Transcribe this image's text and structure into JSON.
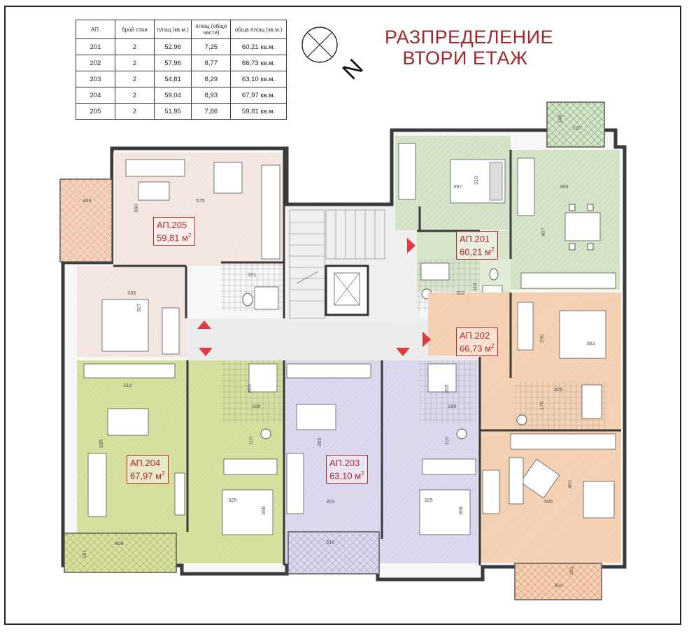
{
  "title": {
    "line1": "РАЗПРЕДЕЛЕНИЕ",
    "line2": "ВТОРИ ЕТАЖ"
  },
  "compass": {
    "north_label": "N"
  },
  "table": {
    "headers": [
      "АП.",
      "брой стаи",
      "площ (кв.м.)",
      "площ (общи части)",
      "обща площ (кв.м.)"
    ],
    "rows": [
      [
        "201",
        "2",
        "52,96",
        "7,25",
        "60,21 кв.м."
      ],
      [
        "202",
        "2",
        "57,96",
        "8,77",
        "66,73 кв.м."
      ],
      [
        "203",
        "2",
        "54,81",
        "8,29",
        "63,10 кв.м."
      ],
      [
        "204",
        "2",
        "59,04",
        "8,93",
        "67,97 кв.м."
      ],
      [
        "205",
        "2",
        "51,95",
        "7,86",
        "59,81 кв.м."
      ]
    ]
  },
  "apartments": [
    {
      "id": "201",
      "name": "АП.201",
      "area": "60,21 м",
      "color": "#d6e5c9"
    },
    {
      "id": "202",
      "name": "АП.202",
      "area": "66,73 м",
      "color": "#f6d2b4"
    },
    {
      "id": "203",
      "name": "АП.203",
      "area": "63,10 м",
      "color": "#dcd8ee"
    },
    {
      "id": "204",
      "name": "АП.204",
      "area": "67,97 м",
      "color": "#d8e0a0"
    },
    {
      "id": "205",
      "name": "АП.205",
      "area": "59,81 м",
      "color": "#f5e7e2"
    }
  ],
  "area_unit_sup": "2",
  "dimensions": [
    "397",
    "310",
    "396",
    "407",
    "322",
    "113",
    "290",
    "383",
    "325",
    "170",
    "505",
    "401",
    "304",
    "161",
    "360",
    "575",
    "469",
    "335",
    "327",
    "201",
    "180",
    "316",
    "585",
    "409",
    "151",
    "325",
    "368",
    "205",
    "180",
    "110",
    "385",
    "353",
    "316",
    "325",
    "368",
    "205",
    "180",
    "110",
    "145",
    "120"
  ],
  "colors": {
    "accent_red": "#b3262c",
    "corridor": "#ececec",
    "wall": "#3a3a3a"
  }
}
